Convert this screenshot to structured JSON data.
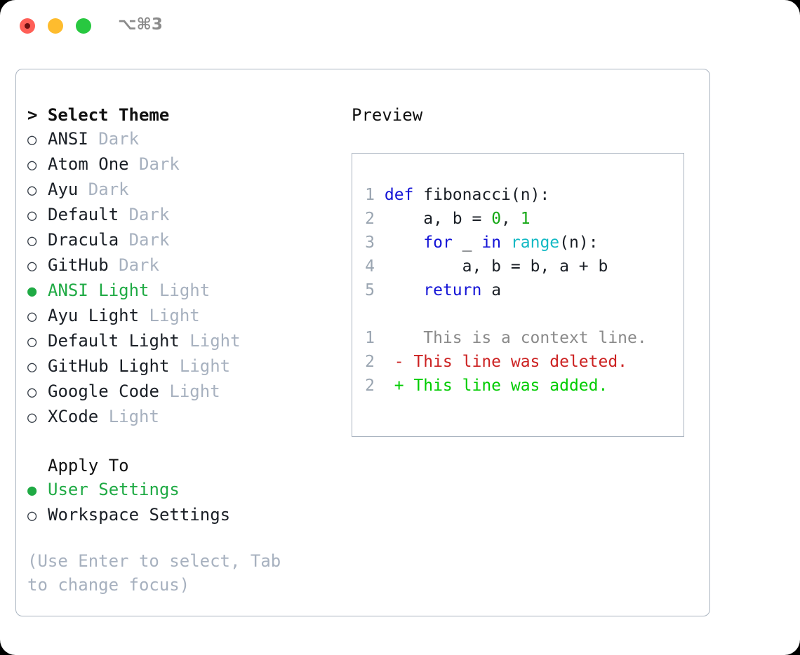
{
  "titlebar": {
    "shortcut": "⌥⌘3",
    "buttons": [
      {
        "name": "close",
        "color": "#ff5f57"
      },
      {
        "name": "minimize",
        "color": "#febc2e"
      },
      {
        "name": "maximize",
        "color": "#28c840"
      }
    ]
  },
  "theme_list": {
    "heading": "> Select Theme",
    "marker_selected": "●",
    "marker_unselected": "○",
    "items": [
      {
        "name": "ANSI",
        "tag": "Dark",
        "selected": false
      },
      {
        "name": "Atom One",
        "tag": "Dark",
        "selected": false
      },
      {
        "name": "Ayu",
        "tag": "Dark",
        "selected": false
      },
      {
        "name": "Default",
        "tag": "Dark",
        "selected": false
      },
      {
        "name": "Dracula",
        "tag": "Dark",
        "selected": false
      },
      {
        "name": "GitHub",
        "tag": "Dark",
        "selected": false
      },
      {
        "name": "ANSI Light",
        "tag": "Light",
        "selected": true
      },
      {
        "name": "Ayu Light",
        "tag": "Light",
        "selected": false
      },
      {
        "name": "Default Light",
        "tag": "Light",
        "selected": false
      },
      {
        "name": "GitHub Light",
        "tag": "Light",
        "selected": false
      },
      {
        "name": "Google Code",
        "tag": "Light",
        "selected": false
      },
      {
        "name": "XCode",
        "tag": "Light",
        "selected": false
      }
    ]
  },
  "apply_to": {
    "heading": "Apply To",
    "items": [
      {
        "name": "User Settings",
        "selected": true
      },
      {
        "name": "Workspace Settings",
        "selected": false
      }
    ]
  },
  "hint": "(Use Enter to select, Tab to change focus)",
  "preview": {
    "heading": "Preview",
    "code_lines": [
      {
        "num": "1",
        "tokens": [
          {
            "t": "def ",
            "c": "kw"
          },
          {
            "t": "fibonacci(n):",
            "c": "fn"
          }
        ]
      },
      {
        "num": "2",
        "tokens": [
          {
            "t": "    a, b = ",
            "c": "txt"
          },
          {
            "t": "0",
            "c": "num"
          },
          {
            "t": ", ",
            "c": "txt"
          },
          {
            "t": "1",
            "c": "num"
          }
        ]
      },
      {
        "num": "3",
        "tokens": [
          {
            "t": "    ",
            "c": "txt"
          },
          {
            "t": "for",
            "c": "kw"
          },
          {
            "t": " _ ",
            "c": "txt"
          },
          {
            "t": "in",
            "c": "kw"
          },
          {
            "t": " ",
            "c": "txt"
          },
          {
            "t": "range",
            "c": "bi"
          },
          {
            "t": "(n):",
            "c": "txt"
          }
        ]
      },
      {
        "num": "4",
        "tokens": [
          {
            "t": "        a, b = b, a + b",
            "c": "txt"
          }
        ]
      },
      {
        "num": "5",
        "tokens": [
          {
            "t": "    ",
            "c": "txt"
          },
          {
            "t": "return",
            "c": "kw"
          },
          {
            "t": " a",
            "c": "txt"
          }
        ]
      }
    ],
    "diff_lines": [
      {
        "num": "1",
        "marker": " ",
        "text": "  This is a context line.",
        "kind": "ctx"
      },
      {
        "num": "2",
        "marker": "-",
        "text": " This line was deleted.",
        "kind": "del"
      },
      {
        "num": "2",
        "marker": "+",
        "text": " This line was added.",
        "kind": "add"
      }
    ]
  },
  "colors": {
    "accent_green": "#1faa44",
    "muted": "#a7b1bf",
    "border": "#aab4c0",
    "keyword": "#1414d6",
    "builtin": "#13b9c4",
    "number": "#16a816",
    "diff_delete": "#cc2222",
    "diff_add": "#00cc00"
  }
}
